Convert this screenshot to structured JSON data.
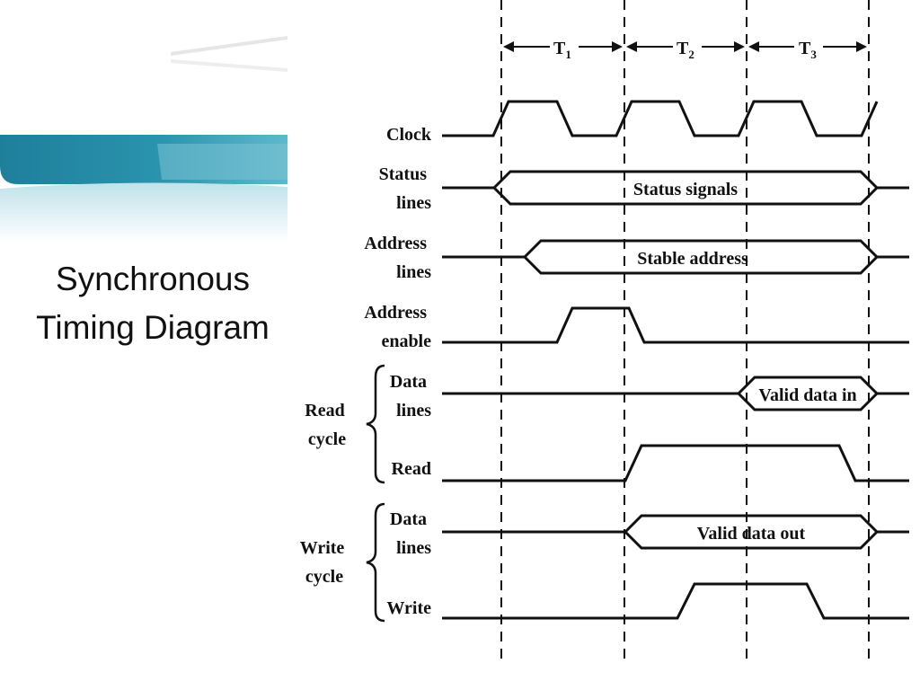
{
  "slide": {
    "title_line1": "Synchronous",
    "title_line2": "Timing Diagram"
  },
  "periods": [
    {
      "name": "T",
      "sub": "1"
    },
    {
      "name": "T",
      "sub": "2"
    },
    {
      "name": "T",
      "sub": "3"
    }
  ],
  "signals": {
    "clock": [
      "Clock"
    ],
    "status": [
      "Status",
      "lines"
    ],
    "address": [
      "Address",
      "lines"
    ],
    "address_enable": [
      "Address",
      "enable"
    ],
    "read_data": [
      "Data",
      "lines"
    ],
    "read": [
      "Read"
    ],
    "write_data": [
      "Data",
      "lines"
    ],
    "write": [
      "Write"
    ]
  },
  "groups": {
    "read_cycle": [
      "Read",
      "cycle"
    ],
    "write_cycle": [
      "Write",
      "cycle"
    ]
  },
  "buses": {
    "status": "Status signals",
    "address": "Stable address",
    "read_data": "Valid data in",
    "write_data": "Valid data out"
  }
}
